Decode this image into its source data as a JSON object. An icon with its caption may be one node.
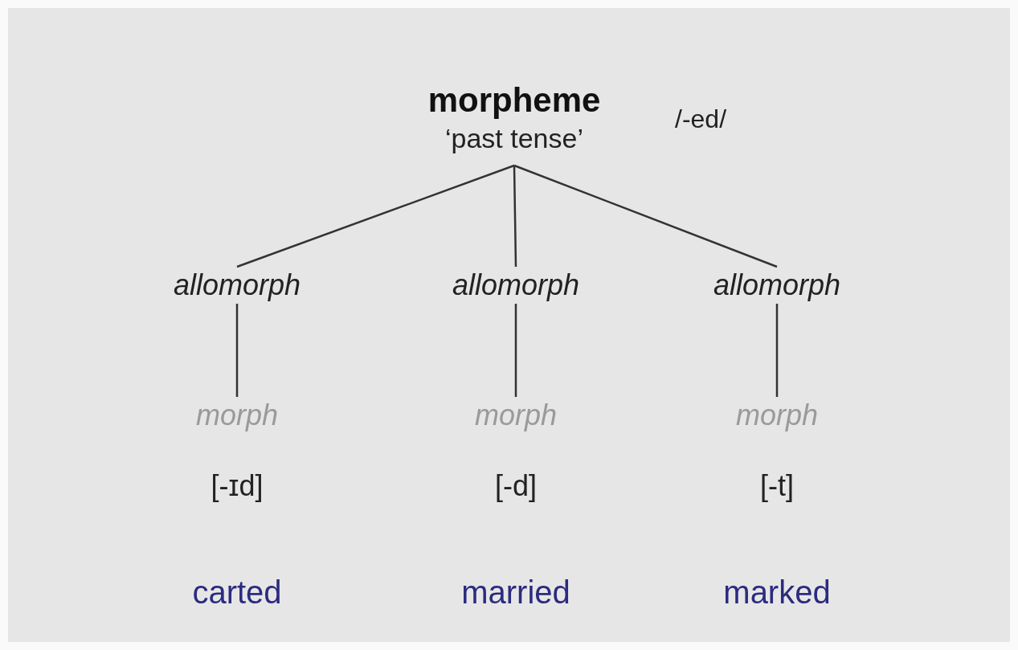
{
  "diagram": {
    "nodes": [
      {
        "text": [
          "morpheme",
          "‘past tense’"
        ],
        "beside": [
          "/-ed/"
        ]
      },
      {
        "text": [
          "allomorph"
        ]
      },
      {
        "text": [
          "allomorph"
        ]
      },
      {
        "text": [
          "allomorph"
        ]
      },
      {
        "text": [
          "morph"
        ]
      },
      {
        "text": [
          "morph"
        ]
      },
      {
        "text": [
          "morph"
        ]
      }
    ],
    "edges": [
      {
        "from": 0,
        "to": 1,
        "arrow": "none"
      },
      {
        "from": 0,
        "to": 2,
        "arrow": "none"
      },
      {
        "from": 0,
        "to": 3,
        "arrow": "none"
      },
      {
        "from": 1,
        "to": 4,
        "arrow": "none"
      },
      {
        "from": 2,
        "to": 5,
        "arrow": "none"
      },
      {
        "from": 3,
        "to": 6,
        "arrow": "none"
      }
    ],
    "labels": [
      "[-ɪd]",
      "[-d]",
      "[-t]",
      "carted",
      "married",
      "marked"
    ]
  }
}
